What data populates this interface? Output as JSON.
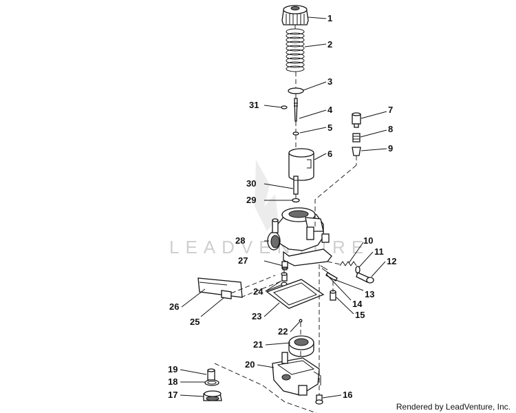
{
  "watermark": {
    "text": "LEADVENTURE"
  },
  "credit": {
    "text": "Rendered by LeadVenture, Inc."
  },
  "callouts": [
    {
      "num": "1"
    },
    {
      "num": "2"
    },
    {
      "num": "3"
    },
    {
      "num": "4"
    },
    {
      "num": "5"
    },
    {
      "num": "6"
    },
    {
      "num": "7"
    },
    {
      "num": "8"
    },
    {
      "num": "9"
    },
    {
      "num": "10"
    },
    {
      "num": "11"
    },
    {
      "num": "12"
    },
    {
      "num": "13"
    },
    {
      "num": "14"
    },
    {
      "num": "15"
    },
    {
      "num": "16"
    },
    {
      "num": "17"
    },
    {
      "num": "18"
    },
    {
      "num": "19"
    },
    {
      "num": "20"
    },
    {
      "num": "21"
    },
    {
      "num": "22"
    },
    {
      "num": "23"
    },
    {
      "num": "24"
    },
    {
      "num": "25"
    },
    {
      "num": "26"
    },
    {
      "num": "27"
    },
    {
      "num": "28"
    },
    {
      "num": "29"
    },
    {
      "num": "30"
    },
    {
      "num": "31"
    }
  ]
}
